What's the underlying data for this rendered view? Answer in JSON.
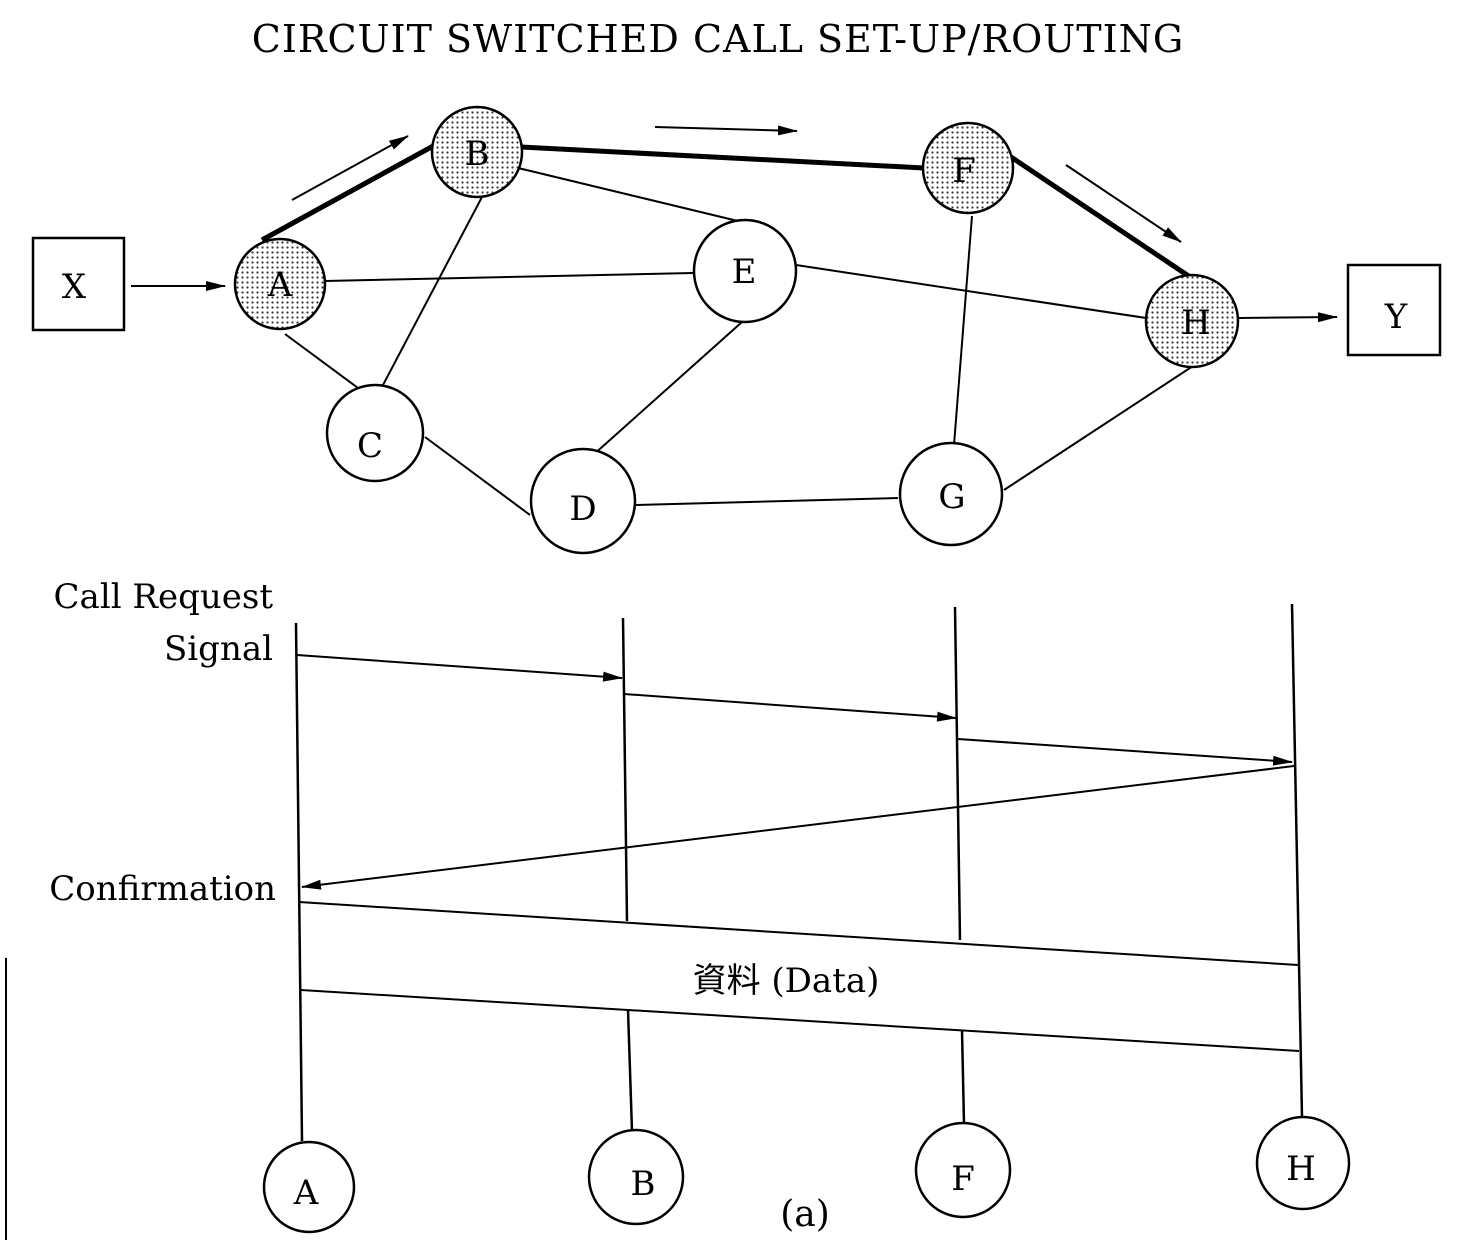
{
  "title": "CIRCUIT SWITCHED CALL SET-UP/ROUTING",
  "network": {
    "endpoints": [
      {
        "id": "X",
        "label": "X"
      },
      {
        "id": "Y",
        "label": "Y"
      }
    ],
    "nodes": [
      {
        "id": "A",
        "label": "A",
        "shaded": true
      },
      {
        "id": "B",
        "label": "B",
        "shaded": true
      },
      {
        "id": "C",
        "label": "C",
        "shaded": false
      },
      {
        "id": "D",
        "label": "D",
        "shaded": false
      },
      {
        "id": "E",
        "label": "E",
        "shaded": false
      },
      {
        "id": "F",
        "label": "F",
        "shaded": true
      },
      {
        "id": "G",
        "label": "G",
        "shaded": false
      },
      {
        "id": "H",
        "label": "H",
        "shaded": true
      }
    ],
    "links": [
      [
        "A",
        "B"
      ],
      [
        "A",
        "E"
      ],
      [
        "A",
        "C"
      ],
      [
        "B",
        "C"
      ],
      [
        "B",
        "E"
      ],
      [
        "B",
        "F"
      ],
      [
        "C",
        "D"
      ],
      [
        "D",
        "E"
      ],
      [
        "D",
        "G"
      ],
      [
        "E",
        "H"
      ],
      [
        "F",
        "G"
      ],
      [
        "F",
        "H"
      ],
      [
        "G",
        "H"
      ]
    ],
    "route": [
      "X",
      "A",
      "B",
      "F",
      "H",
      "Y"
    ]
  },
  "sequence": {
    "call_request_label_line1": "Call Request",
    "call_request_label_line2": "Signal",
    "confirmation_label": "Confirmation",
    "data_label": "資料 (Data)",
    "lifeline_labels": [
      "A",
      "B",
      "F",
      "H"
    ],
    "caption": "(a)"
  }
}
